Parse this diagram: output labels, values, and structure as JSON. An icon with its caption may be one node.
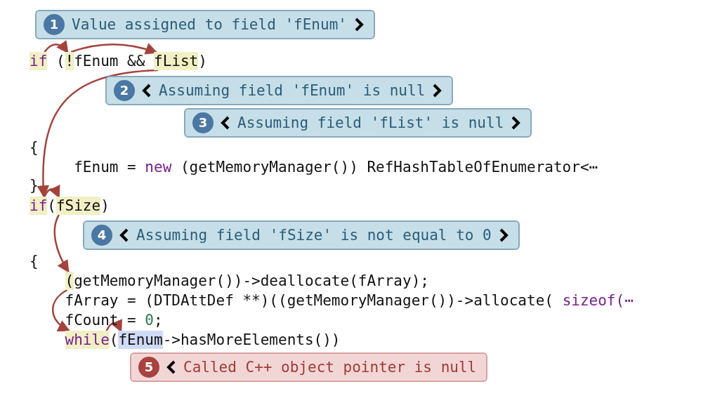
{
  "diagram": {
    "nodes": [
      {
        "text": [
          "1",
          "Value assigned to field 'fEnum'"
        ]
      },
      {
        "text": [
          "if"
        ]
      },
      {
        "text": [
          "!"
        ]
      },
      {
        "text": [
          "fList"
        ]
      },
      {
        "text": [
          "2",
          "Assuming field 'fEnum' is null"
        ]
      },
      {
        "text": [
          "3",
          "Assuming field 'fList' is null"
        ]
      },
      {
        "text": [
          "if"
        ]
      },
      {
        "text": [
          "fSize"
        ]
      },
      {
        "text": [
          "4",
          "Assuming field 'fSize' is not equal to 0"
        ]
      },
      {
        "text": [
          "("
        ]
      },
      {
        "text": [
          "while"
        ]
      },
      {
        "text": [
          "fEnum"
        ]
      },
      {
        "text": [
          "5",
          "Called C++ object pointer is null"
        ]
      }
    ],
    "edges": [
      {
        "from": 1,
        "to": 2,
        "arrow": "to"
      },
      {
        "from": 2,
        "to": 3,
        "arrow": "to"
      },
      {
        "from": 3,
        "to": 6,
        "arrow": "to"
      },
      {
        "from": 6,
        "to": 7,
        "arrow": "to"
      },
      {
        "from": 7,
        "to": 9,
        "arrow": "to"
      },
      {
        "from": 9,
        "to": 10,
        "arrow": "to"
      },
      {
        "from": 10,
        "to": 11,
        "arrow": "to"
      }
    ],
    "labels": [
      "(",
      "fEnum &&",
      ")",
      "{",
      "fEnum =",
      "new",
      "(getMemoryManager()) RefHashTableOfEnumerator<⋯",
      "}",
      "(",
      ")",
      "{",
      "getMemoryManager())->deallocate(fArray);",
      "fArray = (DTDAttDef **)((getMemoryManager())->allocate(",
      "sizeof(⋯",
      "fCount =",
      "0",
      ";",
      "(",
      "->hasMoreElements())"
    ]
  }
}
